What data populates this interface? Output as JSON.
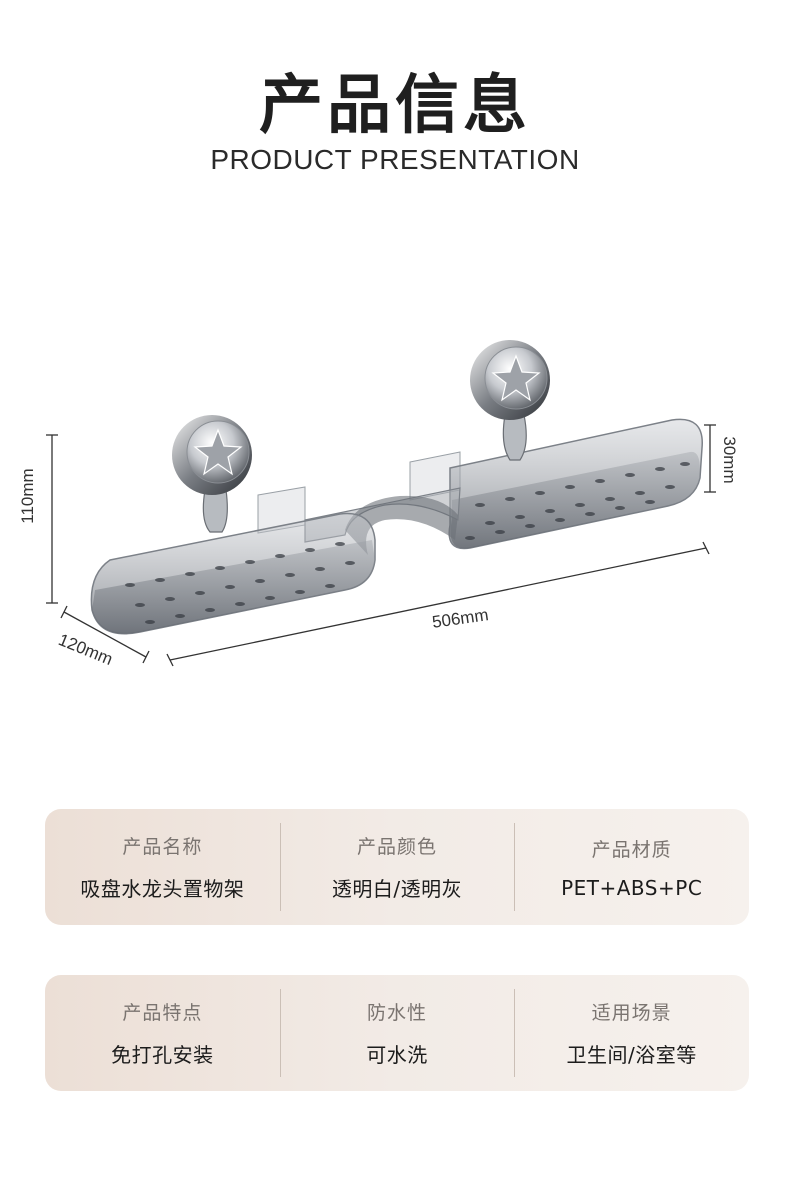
{
  "header": {
    "title": "产品信息",
    "subtitle": "PRODUCT PRESENTATION"
  },
  "dimensions": {
    "height": "110mm",
    "depth": "30mm",
    "length": "506mm",
    "width": "120mm"
  },
  "specs_row_1": [
    {
      "label": "产品名称",
      "value": "吸盘水龙头置物架"
    },
    {
      "label": "产品颜色",
      "value": "透明白/透明灰"
    },
    {
      "label": "产品材质",
      "value": "PET+ABS+PC"
    }
  ],
  "specs_row_2": [
    {
      "label": "产品特点",
      "value": "免打孔安装"
    },
    {
      "label": "防水性",
      "value": "可水洗"
    },
    {
      "label": "适用场景",
      "value": "卫生间/浴室等"
    }
  ],
  "colors": {
    "card_gradient_start": "#ecdfd6",
    "card_gradient_end": "#f6f1ed",
    "tray_tint": "#8a8e94"
  }
}
